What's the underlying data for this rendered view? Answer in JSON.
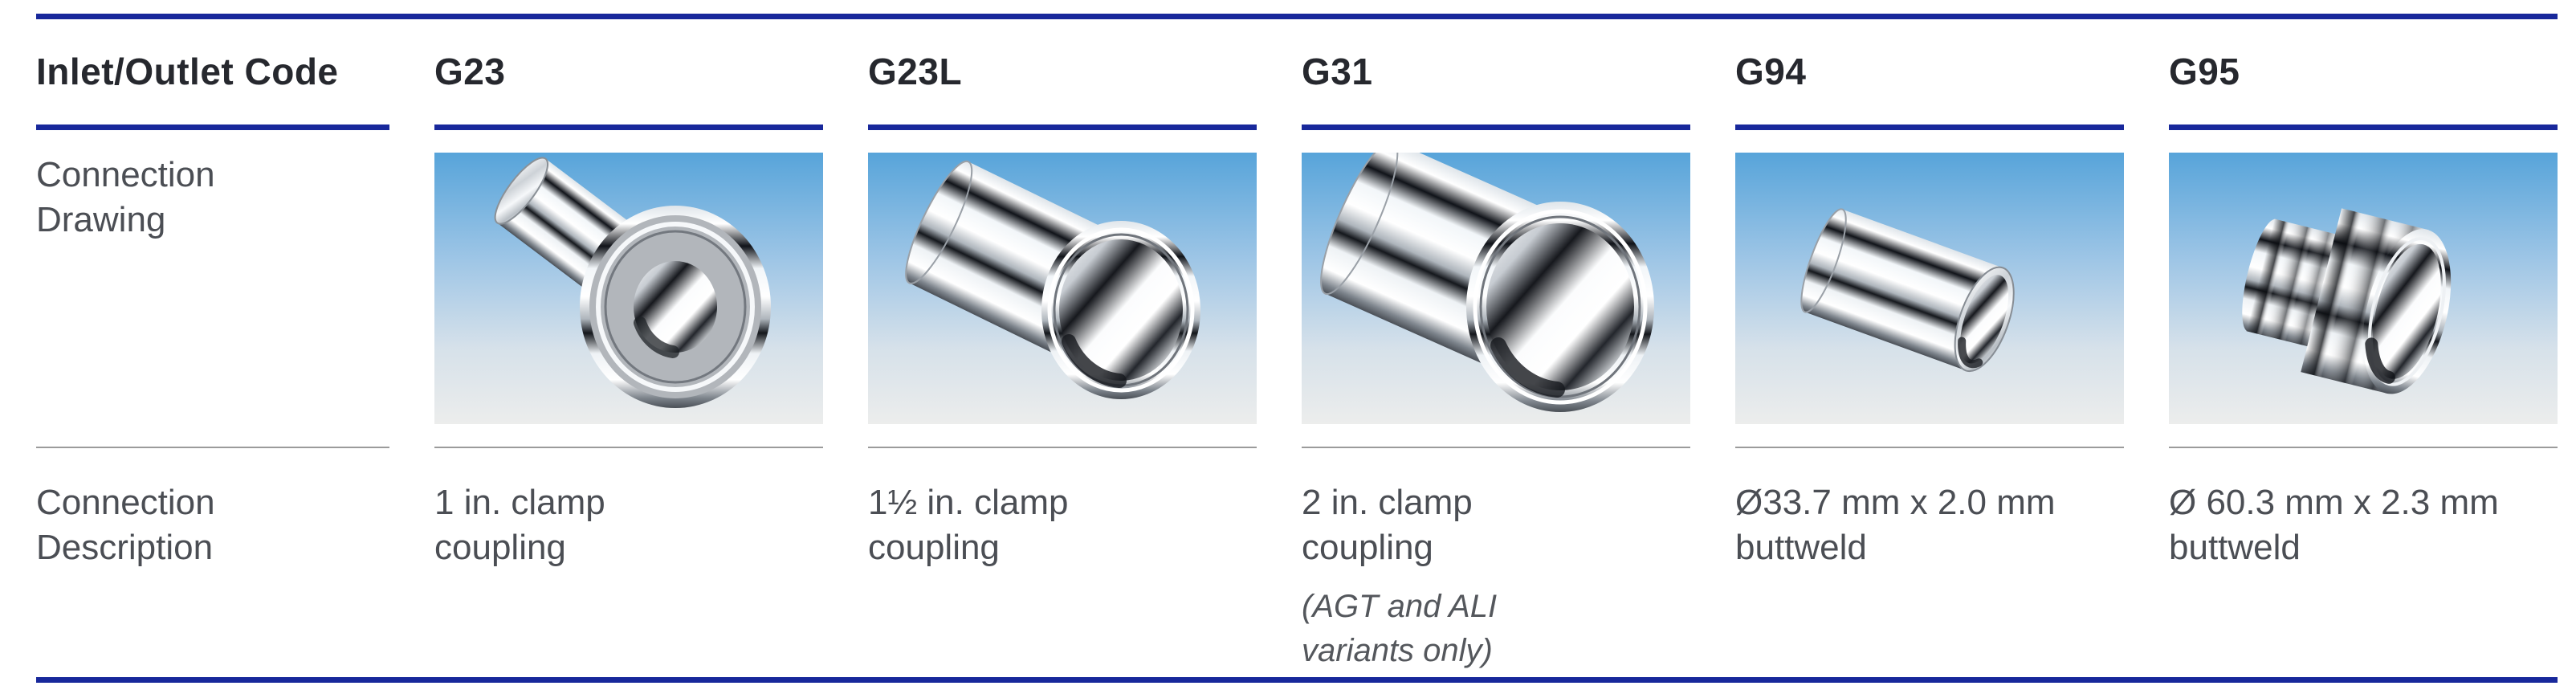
{
  "colors": {
    "accent_blue": "#18289b",
    "header_text": "#26282e",
    "body_text": "#4b4e54",
    "divider_gray": "#9b9b9b",
    "drawing_sky_top": "#57a4da",
    "drawing_sky_bottom": "#ecedec"
  },
  "table": {
    "row_labels": {
      "code": "Inlet/Outlet Code",
      "drawing_lines": [
        "Connection",
        "Drawing"
      ],
      "description_lines": [
        "Connection",
        "Description"
      ]
    },
    "columns": [
      {
        "code": "G23",
        "drawing": "1-in-clamp-ferrule-3d-render",
        "description_lines": [
          "1 in. clamp",
          "coupling"
        ],
        "note_lines": []
      },
      {
        "code": "G23L",
        "drawing": "1half-in-clamp-ferrule-3d-render",
        "description_lines": [
          "1½ in. clamp",
          "coupling"
        ],
        "note_lines": []
      },
      {
        "code": "G31",
        "drawing": "2-in-clamp-ferrule-3d-render",
        "description_lines": [
          "2 in. clamp",
          "coupling"
        ],
        "note_lines": [
          "(AGT and ALI",
          "variants only)"
        ]
      },
      {
        "code": "G94",
        "drawing": "buttweld-tube-end-3d-render",
        "description_lines": [
          "Ø33.7 mm x 2.0 mm",
          "buttweld"
        ],
        "note_lines": []
      },
      {
        "code": "G95",
        "drawing": "buttweld-tube-with-bead-3d-render",
        "description_lines": [
          "Ø 60.3 mm x 2.3 mm",
          "buttweld"
        ],
        "note_lines": []
      }
    ]
  }
}
